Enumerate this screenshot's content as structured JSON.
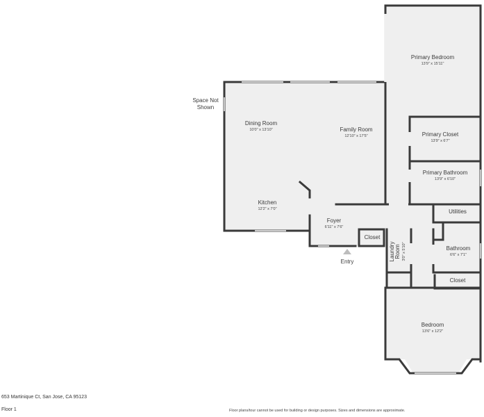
{
  "rooms": {
    "primary_bedroom": {
      "name": "Primary Bedroom",
      "dims": "13'9\" x 15'11\""
    },
    "space_not_shown_line1": "Space Not",
    "space_not_shown_line2": "Shown",
    "dining_room": {
      "name": "Dining Room",
      "dims": "10'0\" x 13'10\""
    },
    "family_room": {
      "name": "Family Room",
      "dims": "12'10\" x 17'5\""
    },
    "primary_closet": {
      "name": "Primary Closet",
      "dims": "13'9\" x 6'7\""
    },
    "primary_bathroom": {
      "name": "Primary Bathroom",
      "dims": "13'9\" x 6'10\""
    },
    "utilities": {
      "name": "Utilities"
    },
    "kitchen": {
      "name": "Kitchen",
      "dims": "12'2\" x 7'0\""
    },
    "foyer": {
      "name": "Foyer",
      "dims": "6'11\" x 7'6\""
    },
    "closet_foyer": {
      "name": "Closet"
    },
    "laundry_room_line1": "Laundry",
    "laundry_room_line2": "Room",
    "laundry_room_dims": "3'0\" x 5'10\"",
    "bathroom": {
      "name": "Bathroom",
      "dims": "6'6\" x 7'1\""
    },
    "closet_hall": {
      "name": "Closet"
    },
    "bedroom": {
      "name": "Bedroom",
      "dims": "13'6\" x 12'2\""
    },
    "entry": "Entry"
  },
  "footer": {
    "address": "653 Martinique Ct, San Jose, CA 95123",
    "floor": "Floor 1",
    "disclaimer": "Floor plans/tour cannot be used for building or design purposes. Sizes and dimensions are approximate."
  },
  "colors": {
    "wall": "#3a3a3a",
    "floor": "#efefef",
    "window": "#ffffff"
  }
}
